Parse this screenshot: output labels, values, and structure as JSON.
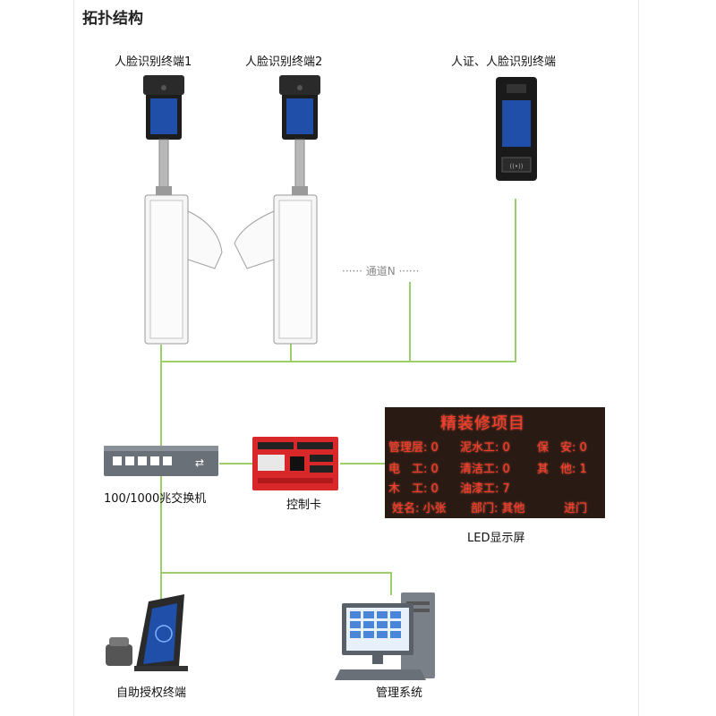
{
  "title": "拓扑结构",
  "devices": {
    "face_terminal_1": "人脸识别终端1",
    "face_terminal_2": "人脸识别终端2",
    "id_face_terminal": "人证、人脸识别终端",
    "channel": "······  通道N  ······",
    "switch": "100/1000兆交换机",
    "control_card": "控制卡",
    "led_screen": "LED显示屏",
    "self_auth_terminal": "自助授权终端",
    "management_system": "管理系统"
  },
  "led": {
    "title": "精装修项目",
    "rows": [
      [
        "管理层: 0",
        "泥水工: 0",
        "保　安: 0"
      ],
      [
        "电　工: 0",
        "清洁工: 0",
        "其　他: 1"
      ],
      [
        "木　工: 0",
        "油漆工: 7",
        ""
      ],
      [
        "姓名: 小张",
        "部门: 其他",
        "进门"
      ]
    ]
  },
  "colors": {
    "connector": "#9ccf6a",
    "led_text": "#ff3a2a",
    "led_bg": "#2a1a14",
    "screen_blue": "#1f4fa8"
  }
}
